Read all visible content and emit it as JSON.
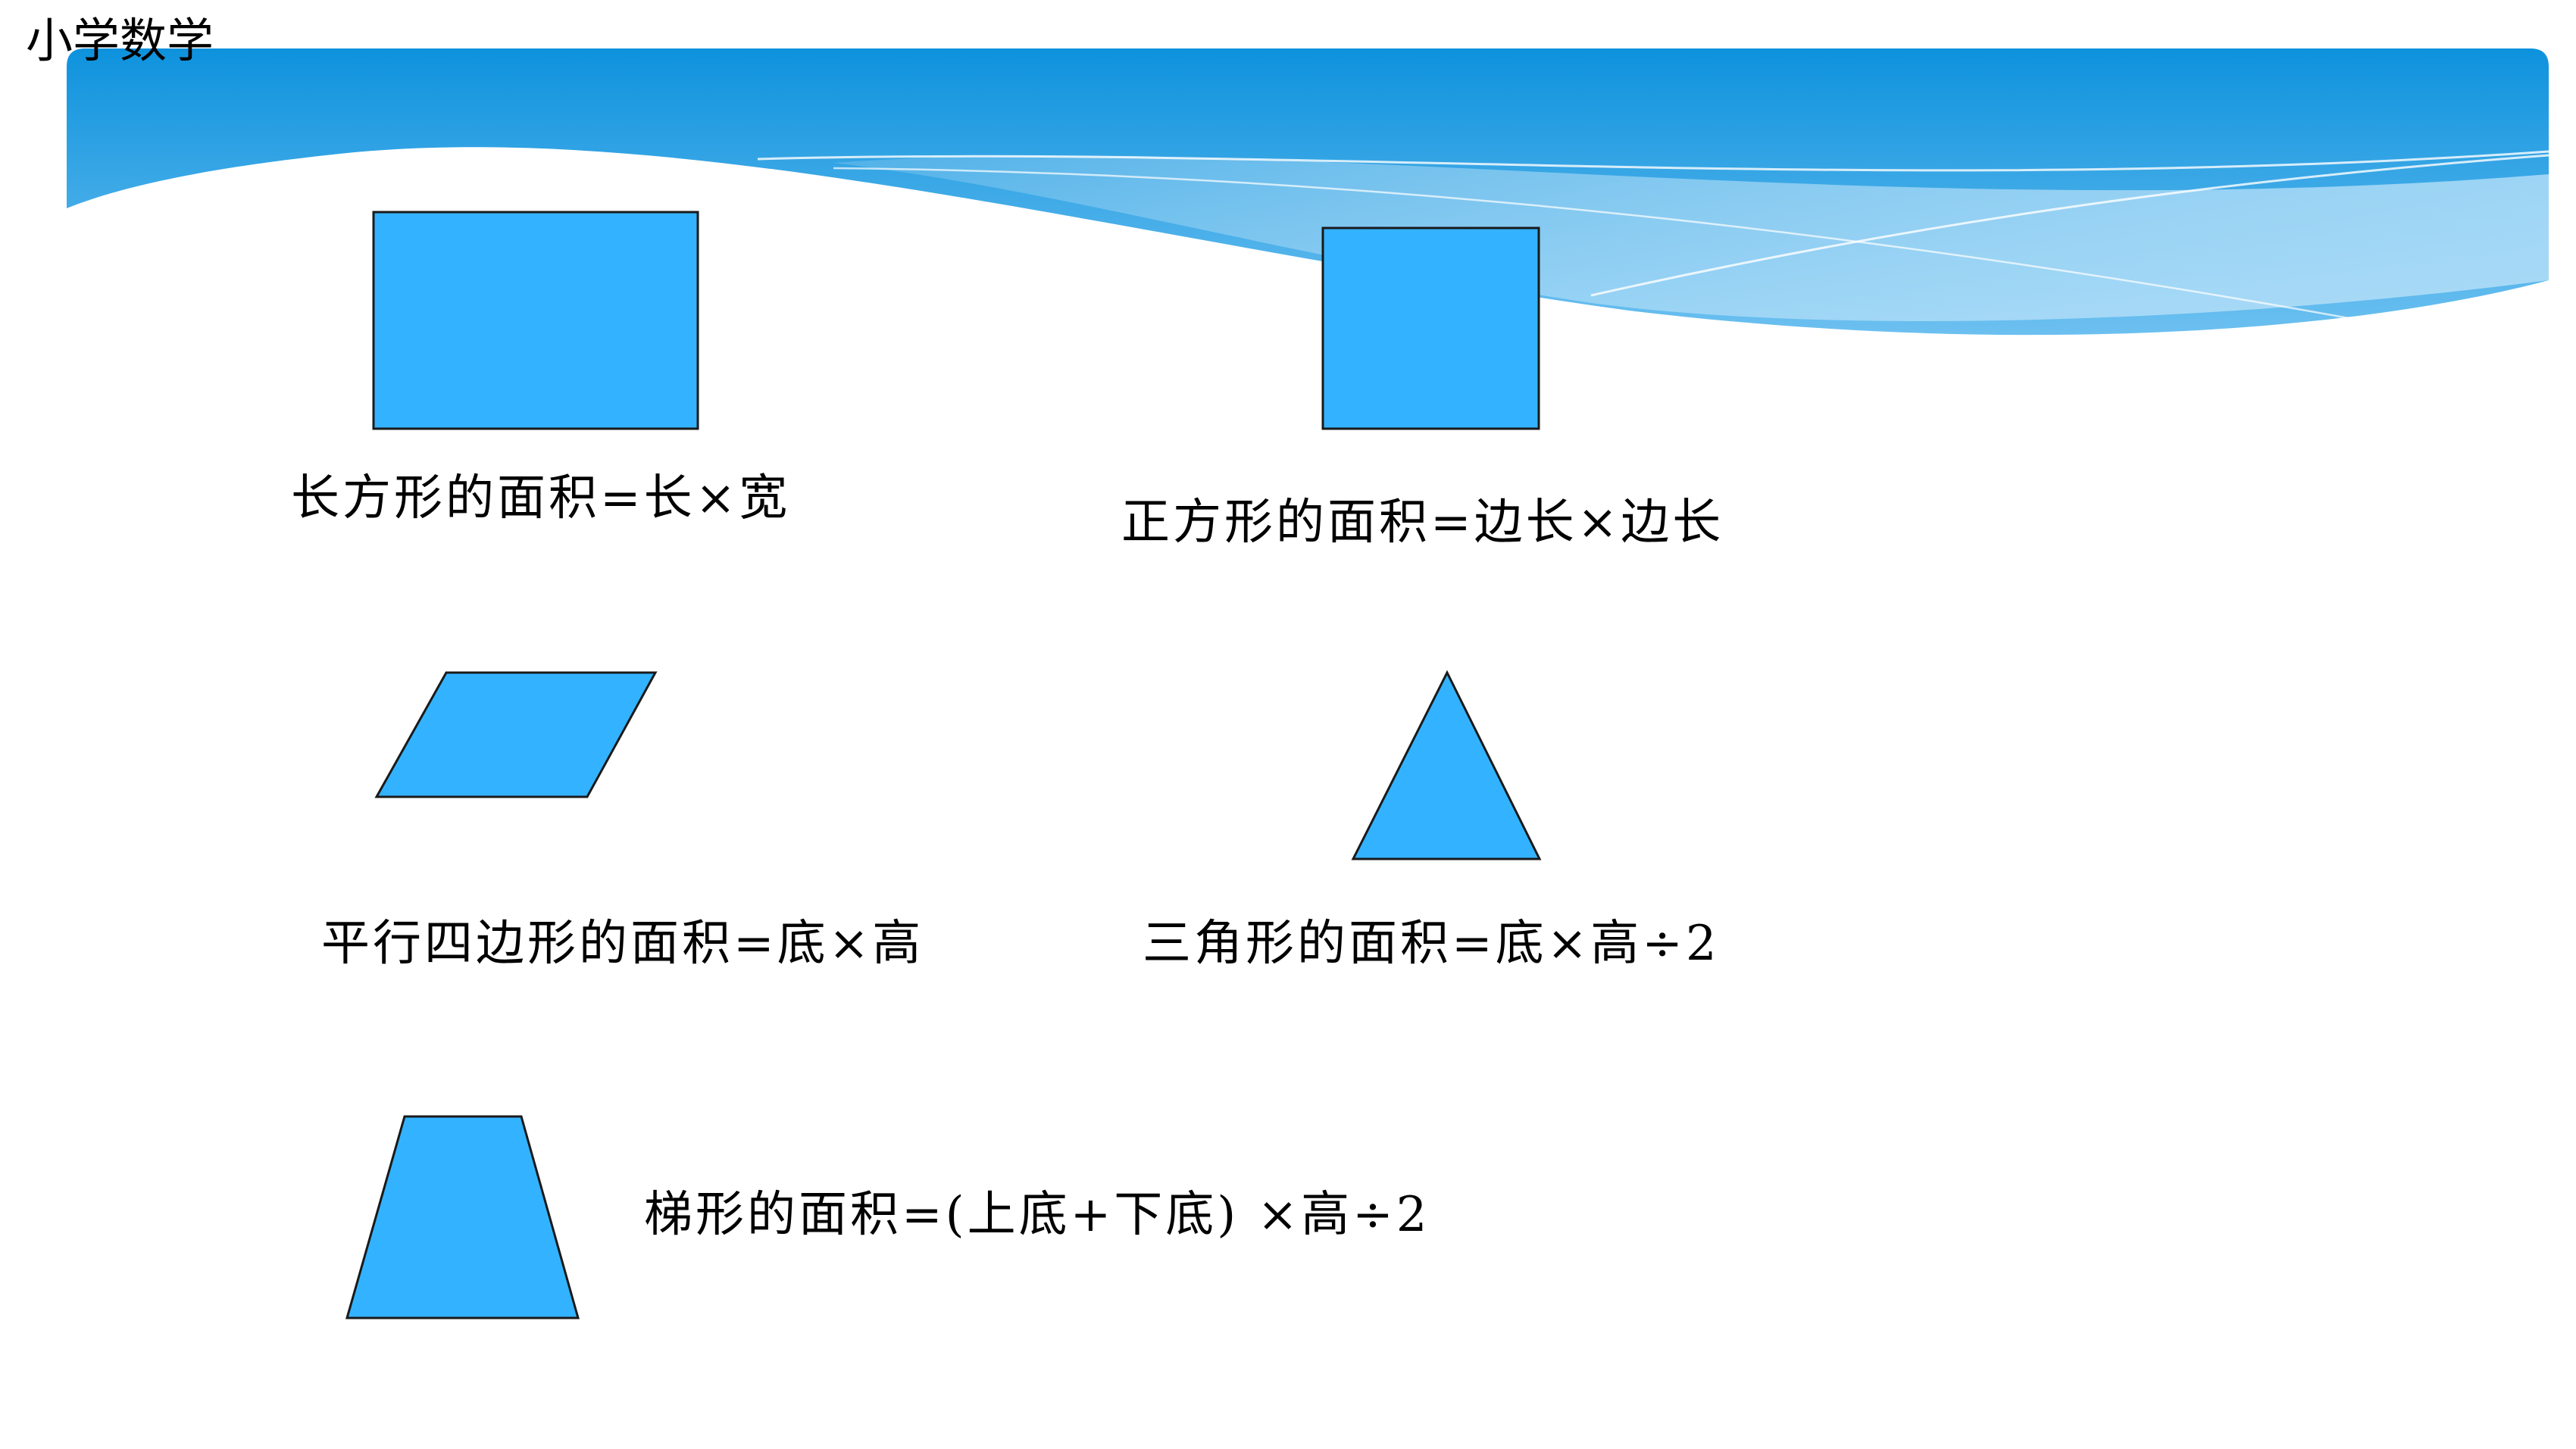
{
  "header": {
    "corner_label": "小学数学"
  },
  "colors": {
    "shape_fill": "#33B3FF",
    "shape_stroke": "#1a1a1a",
    "banner_top": "#0E92DD",
    "banner_bottom": "#7CC8F2"
  },
  "formulas": {
    "rectangle": "长方形的面积=长×宽",
    "square": "正方形的面积=边长×边长",
    "parallelogram": "平行四边形的面积=底×高",
    "triangle": "三角形的面积=底×高÷2",
    "trapezoid": "梯形的面积=(上底+下底) ×高÷2"
  }
}
